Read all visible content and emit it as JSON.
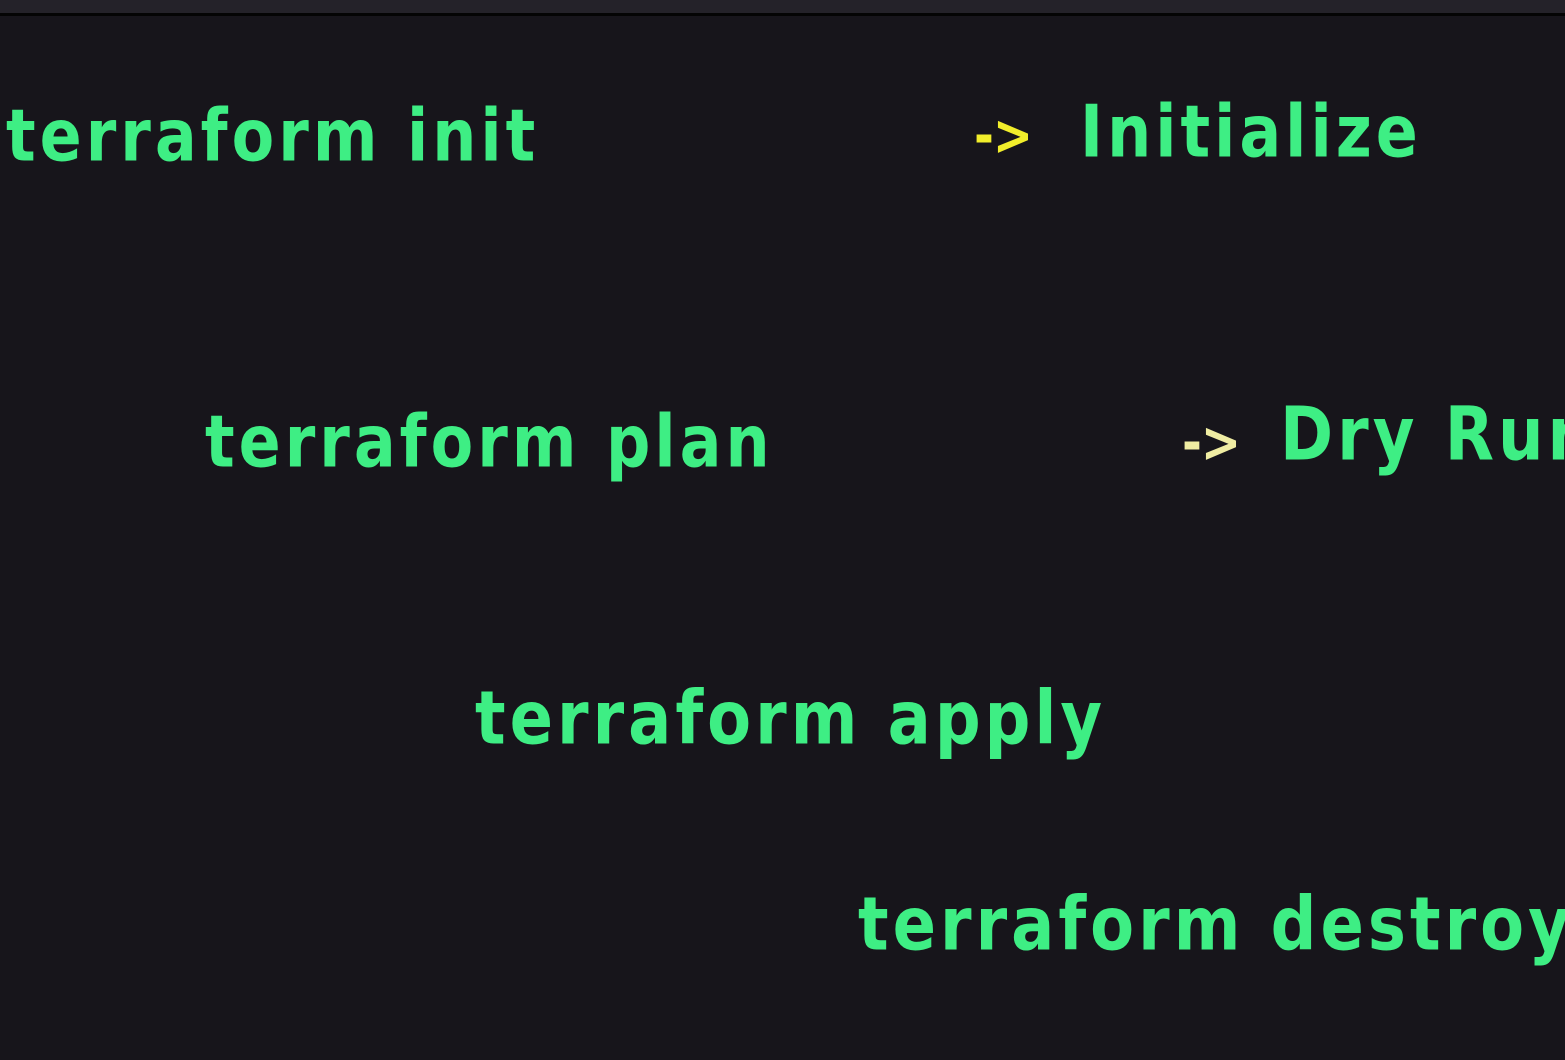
{
  "palette": {
    "background": "#17151b",
    "top_edge": "#242229",
    "top_divider": "#040404",
    "ink_green": "#3eee84",
    "arrow_yellow_bright": "#f2ee2b",
    "arrow_yellow_pale": "#f0eda3"
  },
  "board": {
    "rows": [
      {
        "command": "terraform init",
        "arrow": "->",
        "meaning": "Initialize"
      },
      {
        "command": "terraform plan",
        "arrow": "->",
        "meaning": "Dry Run"
      },
      {
        "command": "terraform apply"
      },
      {
        "command": "terraform destroy"
      }
    ]
  }
}
